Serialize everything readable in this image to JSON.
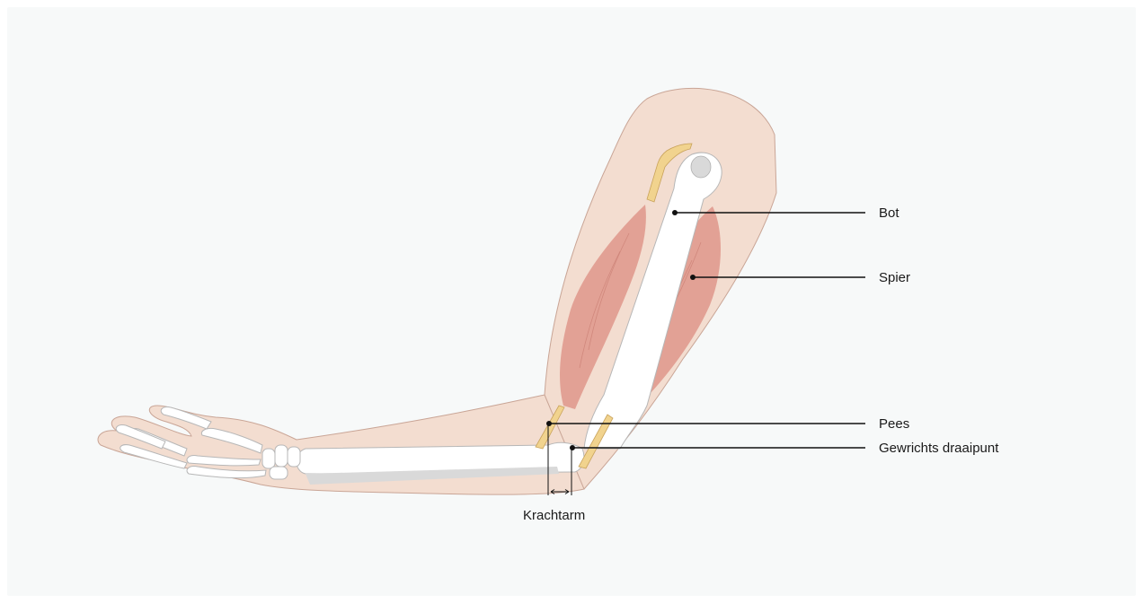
{
  "labels": {
    "bone": "Bot",
    "muscle": "Spier",
    "tendon": "Pees",
    "pivot": "Gewrichts draaipunt",
    "lever": "Krachtarm"
  },
  "colors": {
    "background": "#f7f9f9",
    "skin": "#f3ddd0",
    "skin_outline": "#c9a596",
    "muscle": "#e09a8e",
    "bone": "#ffffff",
    "bone_outline": "#b7b7b7",
    "marrow": "#d9d9d9",
    "tendon": "#f1d38e",
    "leader_line": "#111111"
  },
  "icons": [
    "arm-diagram"
  ]
}
